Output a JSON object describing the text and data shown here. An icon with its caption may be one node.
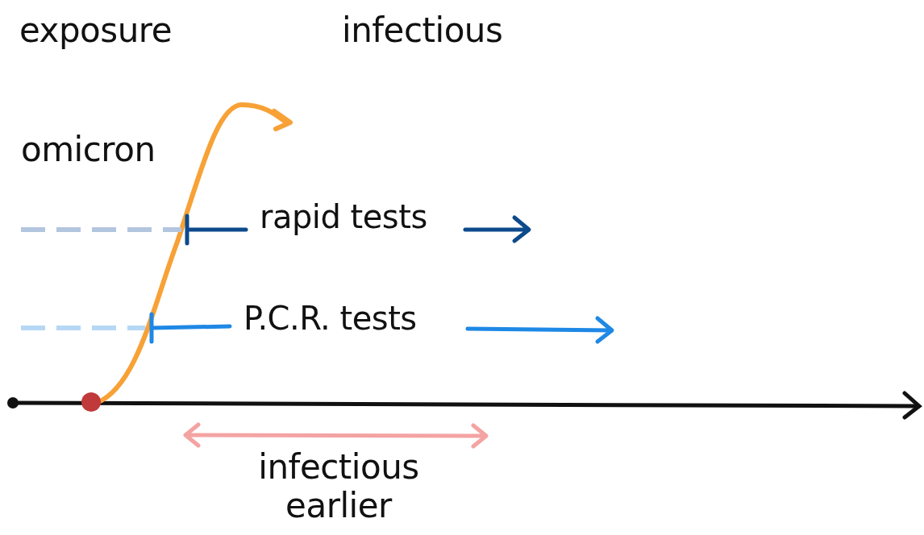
{
  "diagram": {
    "labels": [
      "exposure",
      "infectious",
      "omicron",
      "rapid tests",
      "P.C.R. tests",
      "infectious earlier"
    ]
  }
}
